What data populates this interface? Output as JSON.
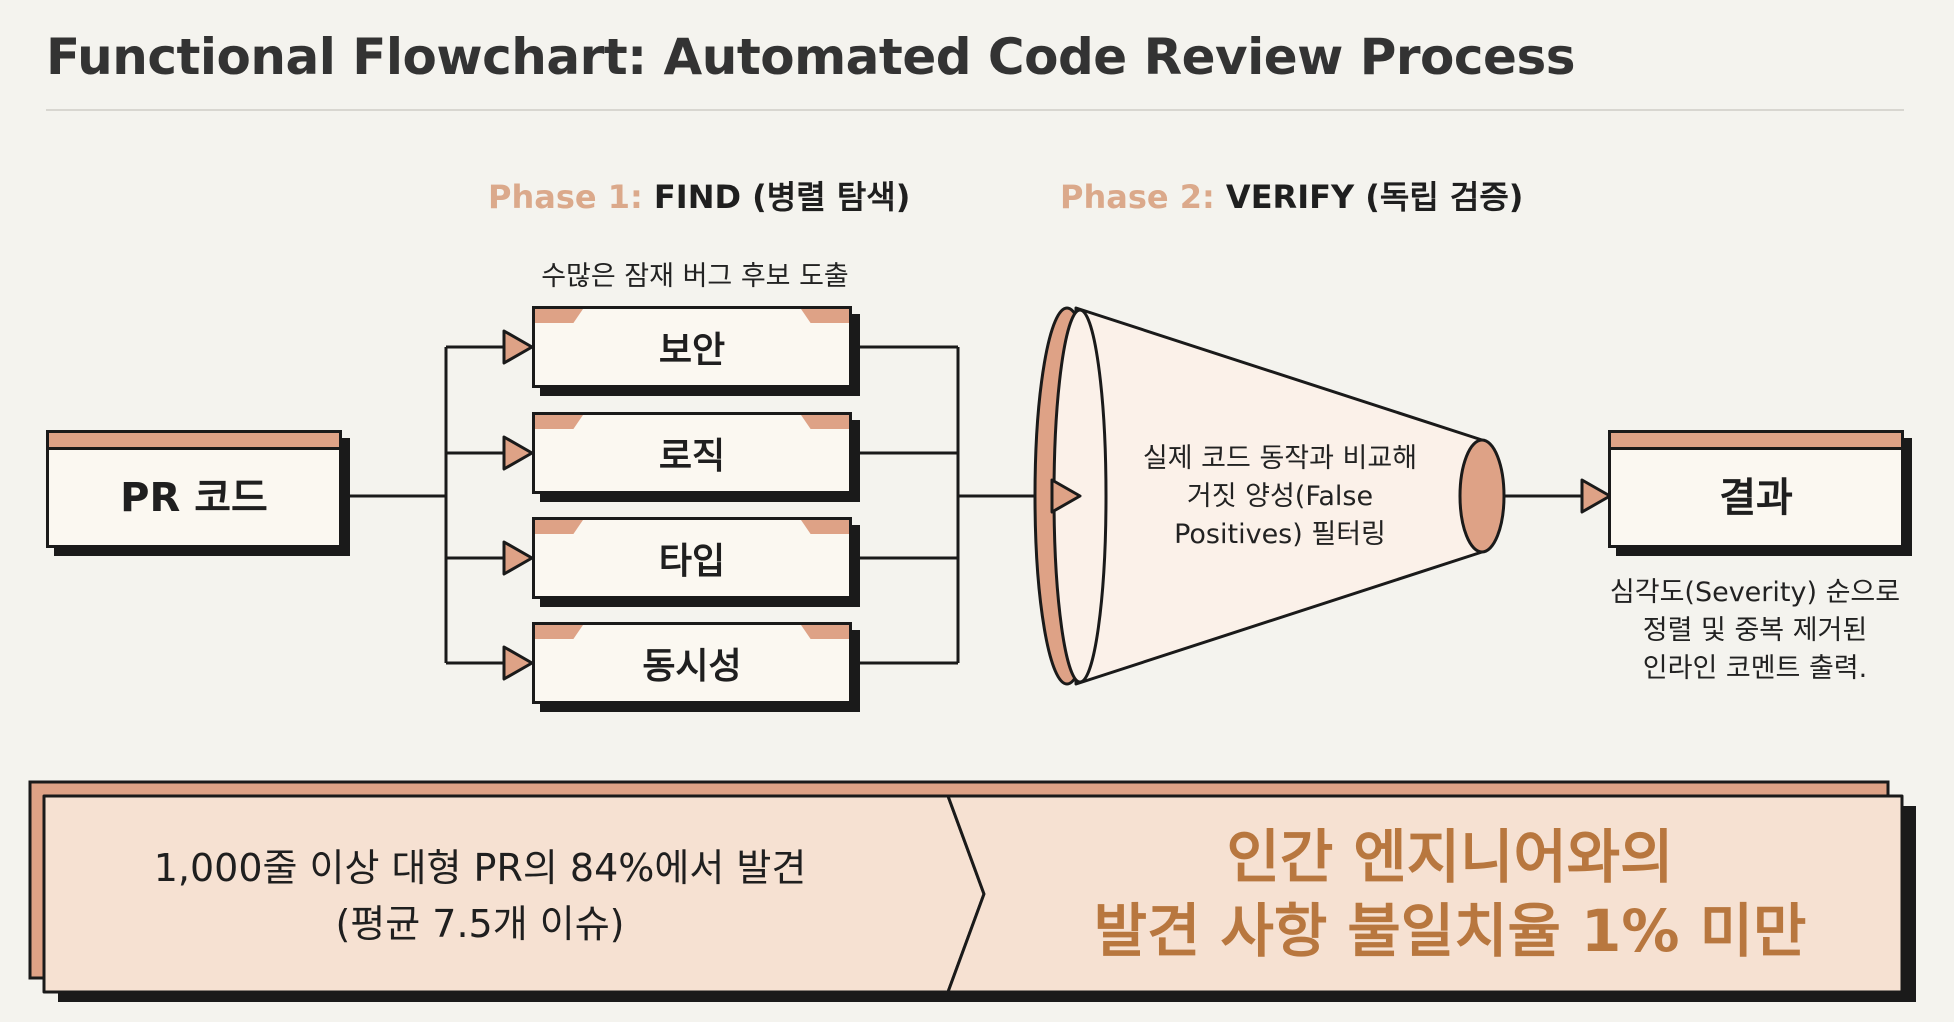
{
  "title": "Functional Flowchart: Automated Code Review Process",
  "phase1": {
    "prefix": "Phase 1:",
    "label": "FIND (병렬 탐색)"
  },
  "phase2": {
    "prefix": "Phase 2:",
    "label": "VERIFY (독립 검증)"
  },
  "phase1_caption": "수많은 잠재 버그 후보 도출",
  "input_box": "PR 코드",
  "finders": [
    "보안",
    "로직",
    "타입",
    "동시성"
  ],
  "funnel_text": [
    "실제 코드 동작과 비교해",
    "거짓 양성(False",
    "Positives) 필터링"
  ],
  "result_box": "결과",
  "result_caption": [
    "심각도(Severity) 순으로",
    "정렬 및 중복 제거된",
    "인라인 코멘트 출력."
  ],
  "banner": {
    "left": [
      "1,000줄 이상 대형 PR의 84%에서 발견",
      "(평균 7.5개 이슈)"
    ],
    "right": [
      "인간 엔지니어와의",
      "발견 사항 불일치율 1% 미만"
    ]
  },
  "colors": {
    "accent": "#dea286",
    "highlight_text": "#b8773f",
    "banner_fill": "#f6e1d2",
    "ink": "#1a1a1a"
  }
}
